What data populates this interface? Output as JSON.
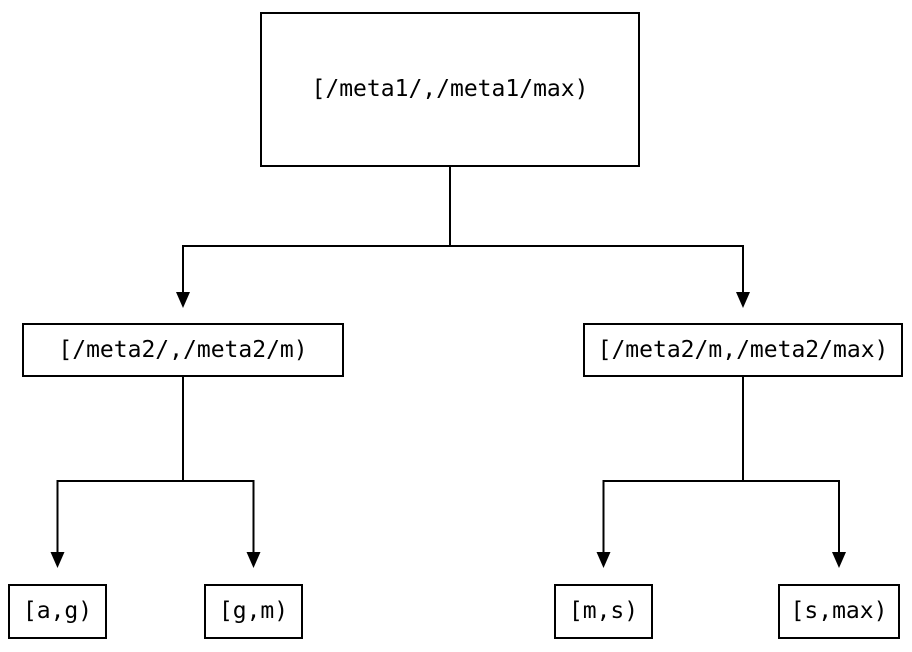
{
  "diagram": {
    "type": "tree",
    "nodes": [
      {
        "id": "root",
        "label": "[/meta1/,/meta1/max)"
      },
      {
        "id": "meta2-left",
        "label": "[/meta2/,/meta2/m)"
      },
      {
        "id": "meta2-right",
        "label": "[/meta2/m,/meta2/max)"
      },
      {
        "id": "leaf-a-g",
        "label": "[a,g)"
      },
      {
        "id": "leaf-g-m",
        "label": "[g,m)"
      },
      {
        "id": "leaf-m-s",
        "label": "[m,s)"
      },
      {
        "id": "leaf-s-max",
        "label": "[s,max)"
      }
    ],
    "edges": [
      {
        "from": "root",
        "to": "meta2-left"
      },
      {
        "from": "root",
        "to": "meta2-right"
      },
      {
        "from": "meta2-left",
        "to": "leaf-a-g"
      },
      {
        "from": "meta2-left",
        "to": "leaf-g-m"
      },
      {
        "from": "meta2-right",
        "to": "leaf-m-s"
      },
      {
        "from": "meta2-right",
        "to": "leaf-s-max"
      }
    ],
    "colors": {
      "background": "#ffffff",
      "line": "#000000",
      "box_border": "#000000",
      "text": "#000000"
    }
  }
}
